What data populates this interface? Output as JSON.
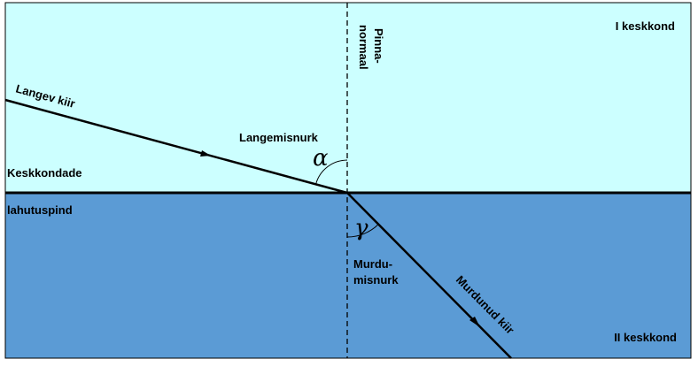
{
  "labels": {
    "medium_top": "I keskkond",
    "medium_bottom": "II keskkond",
    "normal_line1": "Pinna-",
    "normal_line2": "normaal",
    "incident_ray": "Langev kiir",
    "angle_incidence": "Langemisnurk",
    "interface_line1": "Keskkondade",
    "interface_line2": "lahutuspind",
    "refraction_line1": "Murdu-",
    "refraction_line2": "misnurk",
    "refracted_ray": "Murdunud kiir",
    "alpha": "α",
    "gamma": "γ"
  },
  "colors": {
    "medium_top": "#ccffff",
    "medium_bottom": "#5b9bd5",
    "lines": "#000000"
  }
}
